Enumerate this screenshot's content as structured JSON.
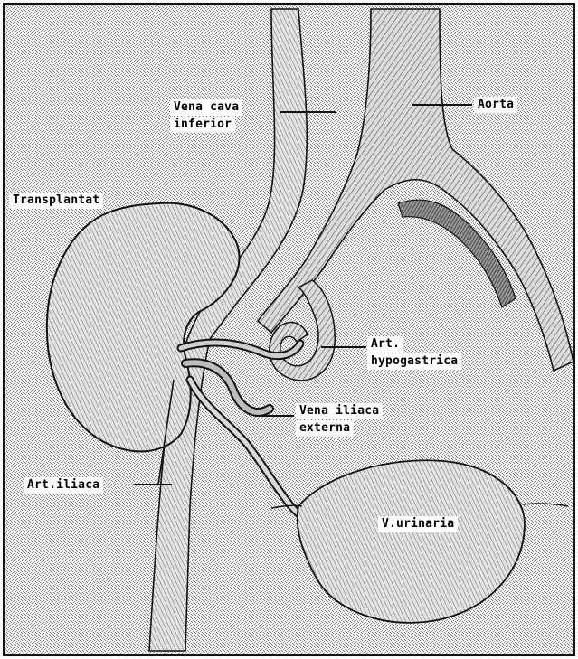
{
  "labels": {
    "vena_cava_line1": "Vena cava",
    "vena_cava_line2": "inferior",
    "aorta": "Aorta",
    "transplantat": "Transplantat",
    "art_hypogastrica_line1": "Art.",
    "art_hypogastrica_line2": "hypogastrica",
    "vena_iliaca_line1": "Vena iliaca",
    "vena_iliaca_line2": "externa",
    "art_iliaca": "Art.iliaca",
    "v_urinaria": "V.urinaria"
  },
  "colors": {
    "background": "#ffffff",
    "ink": "#111111",
    "grain": "#b5b5b5"
  }
}
